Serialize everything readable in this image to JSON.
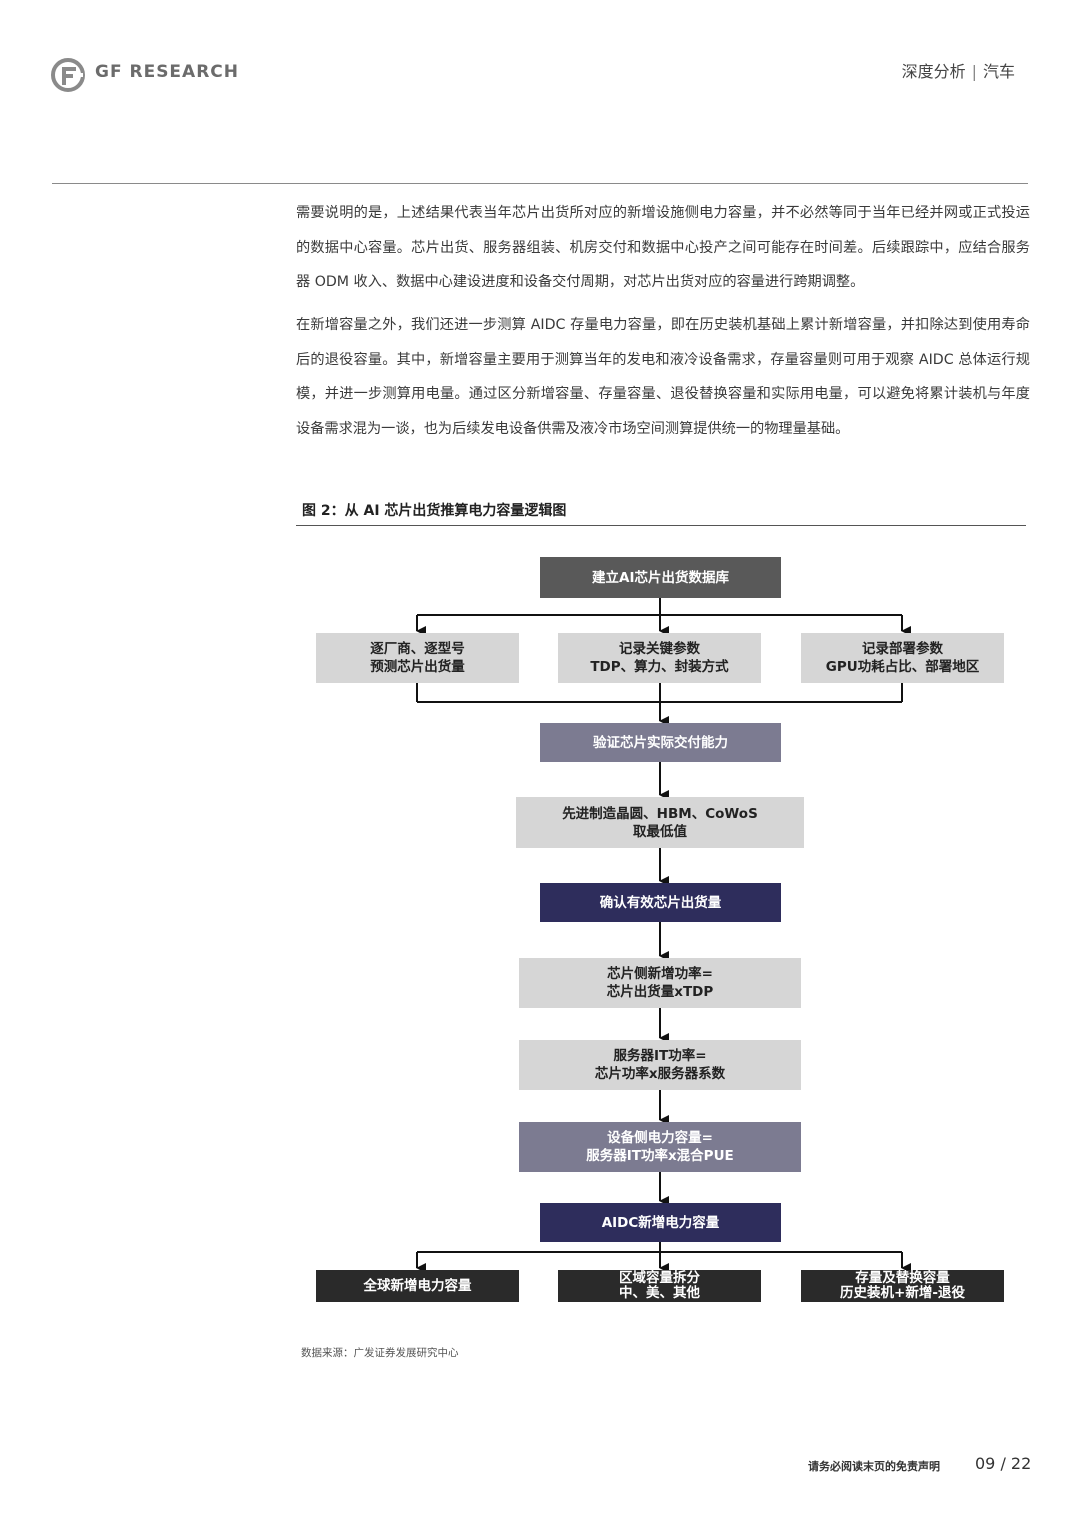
{
  "header": {
    "logo_text": "GF RESEARCH",
    "category": "深度分析",
    "separator": "|",
    "sector": "汽车"
  },
  "body": {
    "paragraph_1": "需要说明的是，上述结果代表当年芯片出货所对应的新增设施侧电力容量，并不必然等同于当年已经并网或正式投运的数据中心容量。芯片出货、服务器组装、机房交付和数据中心投产之间可能存在时间差。后续跟踪中，应结合服务器 ODM 收入、数据中心建设进度和设备交付周期，对芯片出货对应的容量进行跨期调整。",
    "paragraph_2": "在新增容量之外，我们还进一步测算 AIDC 存量电力容量，即在历史装机基础上累计新增容量，并扣除达到使用寿命后的退役容量。其中，新增容量主要用于测算当年的发电和液冷设备需求，存量容量则可用于观察 AIDC 总体运行规模，并进一步测算用电量。通过区分新增容量、存量容量、退役替换容量和实际用电量，可以避免将累计装机与年度设备需求混为一谈，也为后续发电设备供需及液冷市场空间测算提供统一的物理量基础。"
  },
  "figure": {
    "title": "图 2：从 AI 芯片出货推算电力容量逻辑图",
    "source": "数据来源：广发证券发展研究中心"
  },
  "flowchart": {
    "start": [
      "建立AI芯片出货数据库"
    ],
    "branch_1_left": [
      "逐厂商、逐型号",
      "预测芯片出货量"
    ],
    "branch_1_mid": [
      "记录关键参数",
      "TDP、算力、封装方式"
    ],
    "branch_1_right": [
      "记录部署参数",
      "GPU功耗占比、部署地区"
    ],
    "verify": [
      "验证芯片实际交付能力"
    ],
    "constraint": [
      "先进制造晶圆、HBM、CoWoS",
      "取最低值"
    ],
    "effective": [
      "确认有效芯片出货量"
    ],
    "chip_power": [
      "芯片侧新增功率=",
      "芯片出货量xTDP"
    ],
    "server_power": [
      "服务器IT功率=",
      "芯片功率x服务器系数"
    ],
    "facility_power": [
      "设备侧电力容量=",
      "服务器IT功率x混合PUE"
    ],
    "aidc": [
      "AIDC新增电力容量"
    ],
    "out_left": [
      "全球新增电力容量"
    ],
    "out_mid": [
      "区域容量拆分",
      "中、美、其他"
    ],
    "out_right": [
      "存量及替换容量",
      "历史装机+新增-退役"
    ]
  },
  "footer": {
    "disclaimer": "请务必阅读末页的免责声明",
    "page": "09 / 22"
  },
  "colors": {
    "box_dark": "#595959",
    "box_light": "#d6d6d6",
    "box_mid": "#7c7b91",
    "box_navy": "#2e2d5c",
    "box_black": "#2a2a2a"
  }
}
